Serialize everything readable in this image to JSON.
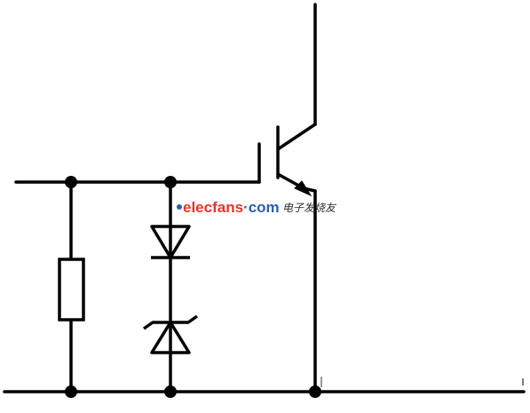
{
  "diagram": {
    "kind": "circuit-schematic",
    "components": [
      {
        "id": "resistor",
        "type": "resistor"
      },
      {
        "id": "diode-upper",
        "type": "diode",
        "direction": "down"
      },
      {
        "id": "zener-lower",
        "type": "zener-diode",
        "direction": "up"
      },
      {
        "id": "igbt",
        "type": "transistor"
      }
    ],
    "colors": {
      "wire": "#000000",
      "background": "#ffffff",
      "watermark_red": "#e8332a",
      "watermark_blue": "#2b5fb0"
    }
  },
  "watermark": {
    "brand_prefix": "elecfans",
    "brand_suffix": "·com",
    "tagline": "电子发烧友"
  }
}
